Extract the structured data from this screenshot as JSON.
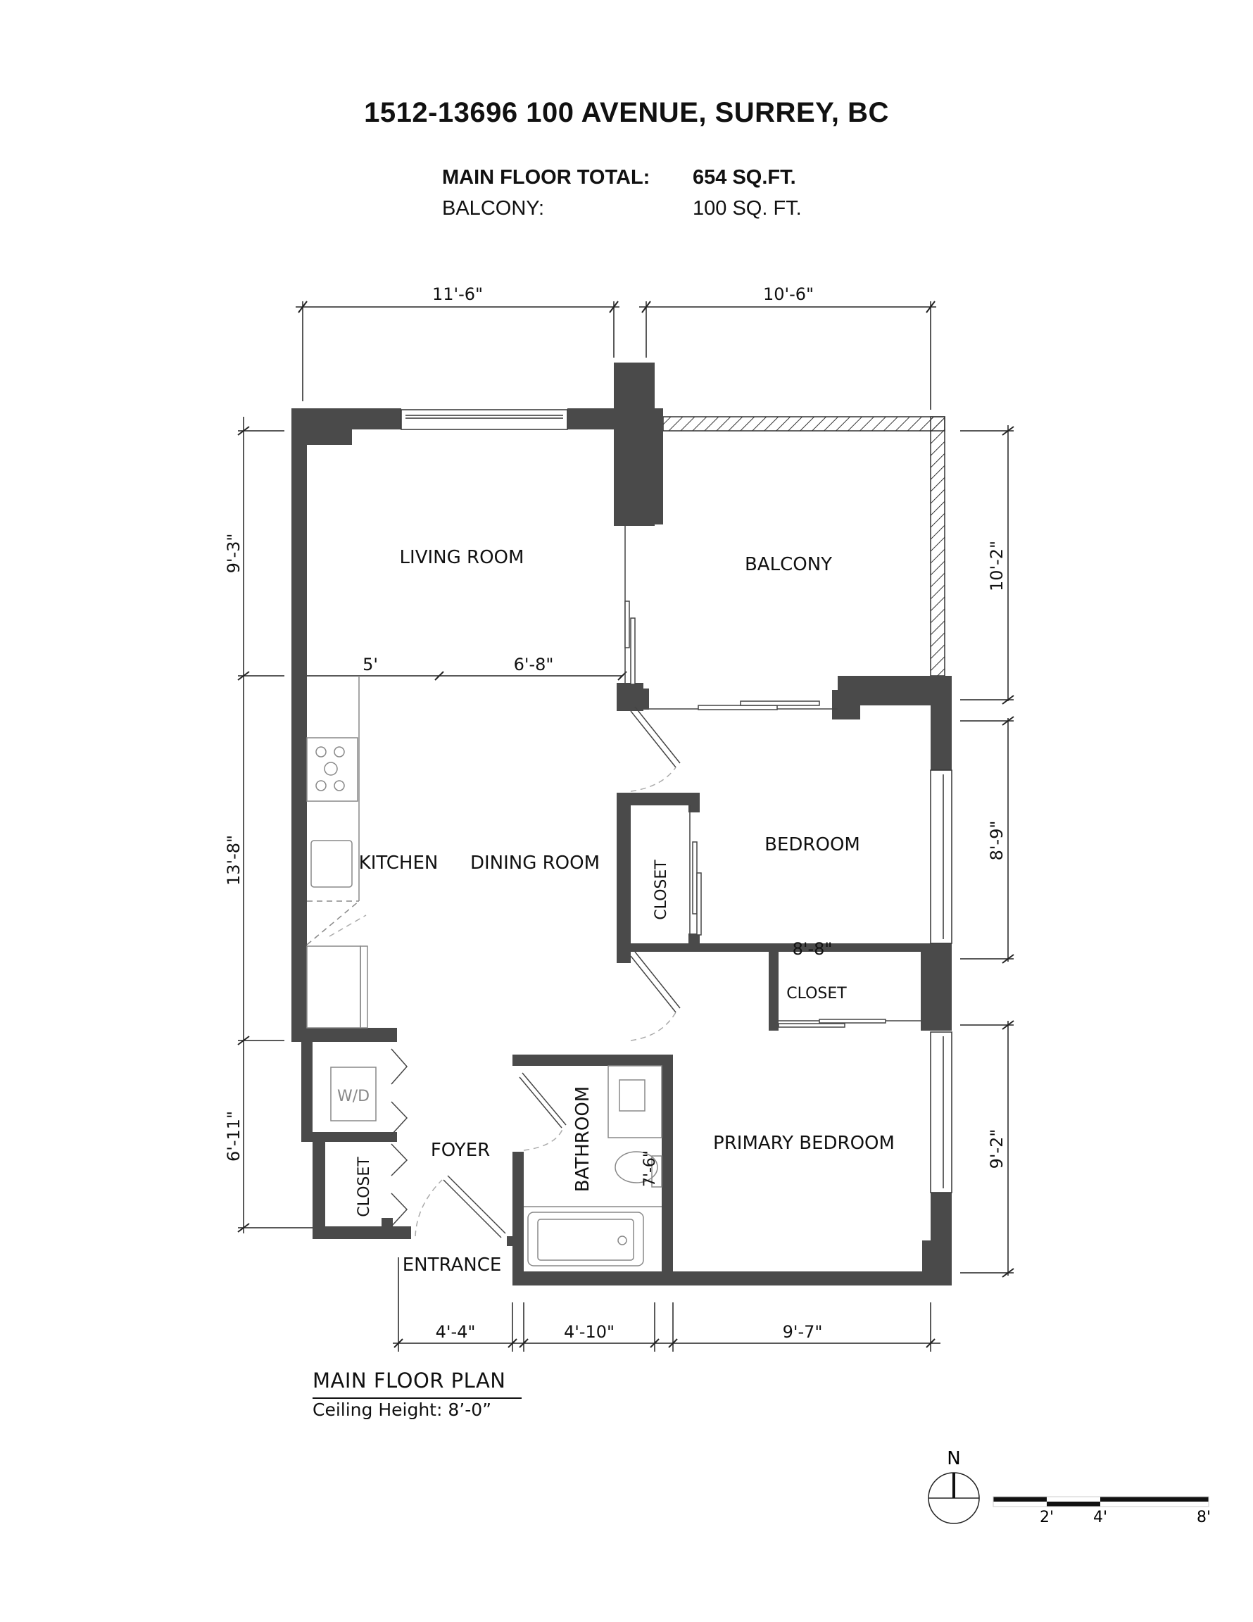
{
  "header": {
    "address": "1512-13696 100 AVENUE, SURREY, BC",
    "areas": [
      {
        "label": "MAIN FLOOR TOTAL:",
        "value": "654 SQ.FT."
      },
      {
        "label": "BALCONY:",
        "value": "100 SQ. FT."
      }
    ]
  },
  "rooms": {
    "living_room": "LIVING ROOM",
    "balcony": "BALCONY",
    "kitchen": "KITCHEN",
    "dining_room": "DINING ROOM",
    "bedroom": "BEDROOM",
    "bedroom_closet": "CLOSET",
    "primary_closet": "CLOSET",
    "primary_bedroom": "PRIMARY BEDROOM",
    "bathroom": "BATHROOM",
    "foyer": "FOYER",
    "foyer_closet": "CLOSET",
    "washer_dryer": "W/D",
    "entrance": "ENTRANCE"
  },
  "dimensions": {
    "top_left": "11'-6\"",
    "top_right": "10'-6\"",
    "left_living": "9'-3\"",
    "left_kitchen": "13'-8\"",
    "left_foyer": "6'-11\"",
    "kitchen_width": "5'",
    "dining_width": "6'-8\"",
    "right_balcony": "10'-2\"",
    "right_bedroom": "8'-9\"",
    "right_primary": "9'-2\"",
    "bedroom_width": "8'-8\"",
    "bathroom_length": "7'-6\"",
    "bottom_entrance": "4'-4\"",
    "bottom_bathroom": "4'-10\"",
    "bottom_primary": "9'-7\""
  },
  "footer": {
    "plan_title": "MAIN FLOOR PLAN",
    "ceiling_height": "Ceiling Height: 8’-0”",
    "north_label": "N",
    "scale_labels": [
      "2'",
      "4'",
      "8'"
    ]
  },
  "colors": {
    "wall": "#4a4a4a",
    "line": "#222222",
    "fixture": "#888888"
  }
}
